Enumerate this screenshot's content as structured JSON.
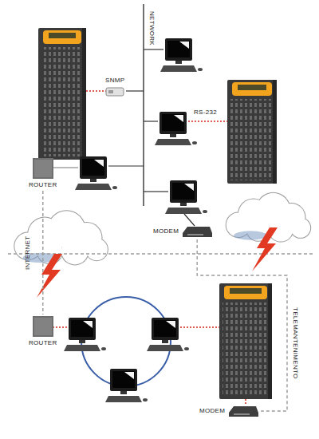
{
  "diagram": {
    "nodes": [
      {
        "text": [
          "SNMP"
        ]
      },
      {
        "text": [
          "ROUTER"
        ]
      },
      {
        "text": [
          "MODEM"
        ]
      },
      {
        "text": [
          "ROUTER"
        ]
      },
      {
        "text": [
          "MODEM"
        ]
      }
    ],
    "edges": [
      {
        "from": 1,
        "to": 3,
        "arrow": "none",
        "label": "INTERNET"
      },
      {
        "from": 2,
        "to": 4,
        "arrow": "none",
        "label": "TELEMANTENIMENTO"
      }
    ],
    "labels": [
      "NETWORK",
      "RS-232"
    ]
  }
}
